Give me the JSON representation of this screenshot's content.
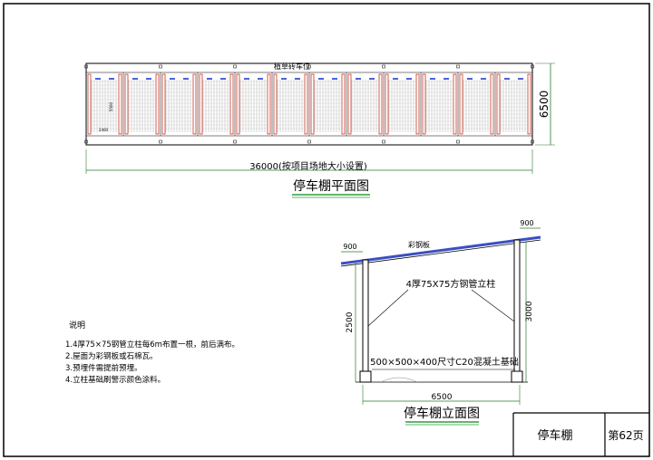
{
  "plan": {
    "label_top": "植草砖车位",
    "dim_width": "36000(按项目场地大小设置)",
    "dim_depth": "6500",
    "title": "停车棚平面图",
    "small_dim_v": "5500",
    "small_dim_h": "2400"
  },
  "elevation": {
    "roof_label": "彩钢板",
    "column_label": "4厚75X75方钢管立柱",
    "foundation_label": "500×500×400尺寸C20混凝土基础",
    "overhang_left": "900",
    "overhang_right": "900",
    "height_left": "2500",
    "height_right": "3000",
    "span": "6500",
    "title": "停车棚立面图"
  },
  "notes": {
    "heading": "说明",
    "items": [
      "1.4厚75×75钢管立柱每6m布置一根，前后满布。",
      "2.屋面为彩钢板或石棉瓦。",
      "3.预埋件需提前预埋。",
      "4.立柱基础刷警示颜色涂料。"
    ]
  },
  "title_block": {
    "name": "停车棚",
    "page": "第62页"
  },
  "colors": {
    "frame": "#000000",
    "column_red": "#c0392b",
    "marker_blue": "#1f3fd1",
    "title_underline": "#2e9e3e",
    "roof_blue": "#3a4fc4",
    "dim_green": "#2a7a2a"
  }
}
